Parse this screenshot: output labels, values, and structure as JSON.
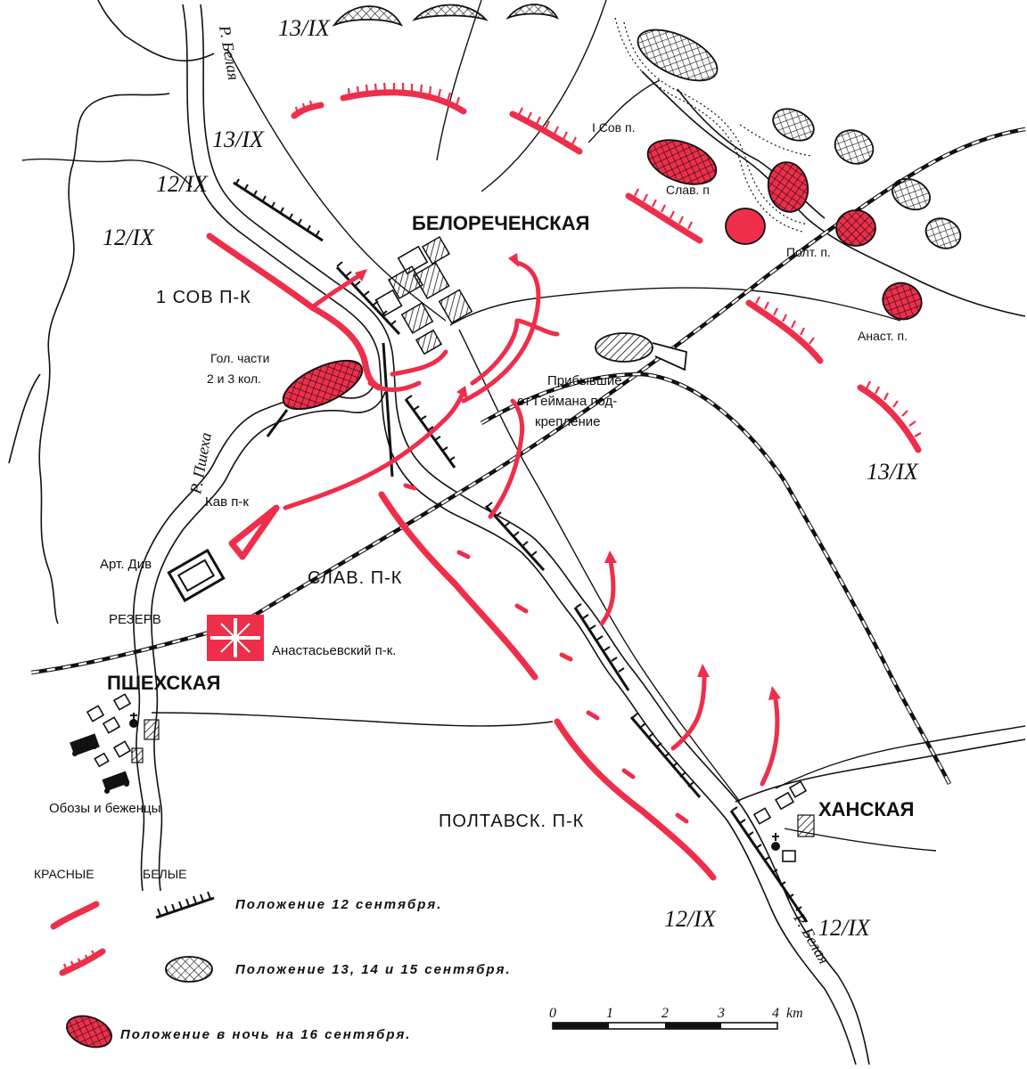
{
  "map": {
    "places": {
      "belorechenskaya": "БЕЛОРЕЧЕНСКАЯ",
      "pshekhskaya": "ПШЕХСКАЯ",
      "khanskaya": "ХАНСКАЯ"
    },
    "rivers": {
      "belaya_top": "Р. Белая",
      "belaya_bottom": "Р. Белая",
      "pshekha": "Р. Пшеха"
    },
    "units": {
      "sov_1_regiment": "1 СОВ П-К",
      "slav_regiment": "СЛАВ. П-К",
      "poltav_regiment": "ПОЛТАВСК. П-К",
      "anast_regiment": "Анастасьевский п-к.",
      "cav_regiment": "Кав п-к",
      "art_div": "Арт. Див",
      "reserve": "РЕЗЕРВ",
      "head_parts_line1": "Гол. части",
      "head_parts_line2": "2 и 3 кол.",
      "sov_1_p": "I Сов п.",
      "slav_p": "Слав. п",
      "polt_p": "Полт. п.",
      "anast_p": "Анаст. п.",
      "reinforcement_line1": "Прибывшие",
      "reinforcement_line2": "от Геймана под-",
      "reinforcement_line3": "крепление",
      "trains": "Обозы и беженцы"
    },
    "dates": {
      "d13_top": "13/IX",
      "d13_river": "13/IX",
      "d12_a": "12/IX",
      "d12_b": "12/IX",
      "d13_right": "13/IX",
      "d12_bottom_left": "12/IX",
      "d12_bottom_right": "12/IX"
    },
    "colors": {
      "red": "#ee2e4a",
      "ink": "#111111"
    }
  },
  "legend": {
    "red_header": "КРАСНЫЕ",
    "white_header": "БЕЛЫЕ",
    "row1": "Положение   12   сентября.",
    "row2": "Положение   13,   14   и   15   сентября.",
    "row3": "Положение   в   ночь   на   16   сентября."
  },
  "scale": {
    "ticks": [
      "0",
      "1",
      "2",
      "3",
      "4"
    ],
    "unit": "km"
  }
}
